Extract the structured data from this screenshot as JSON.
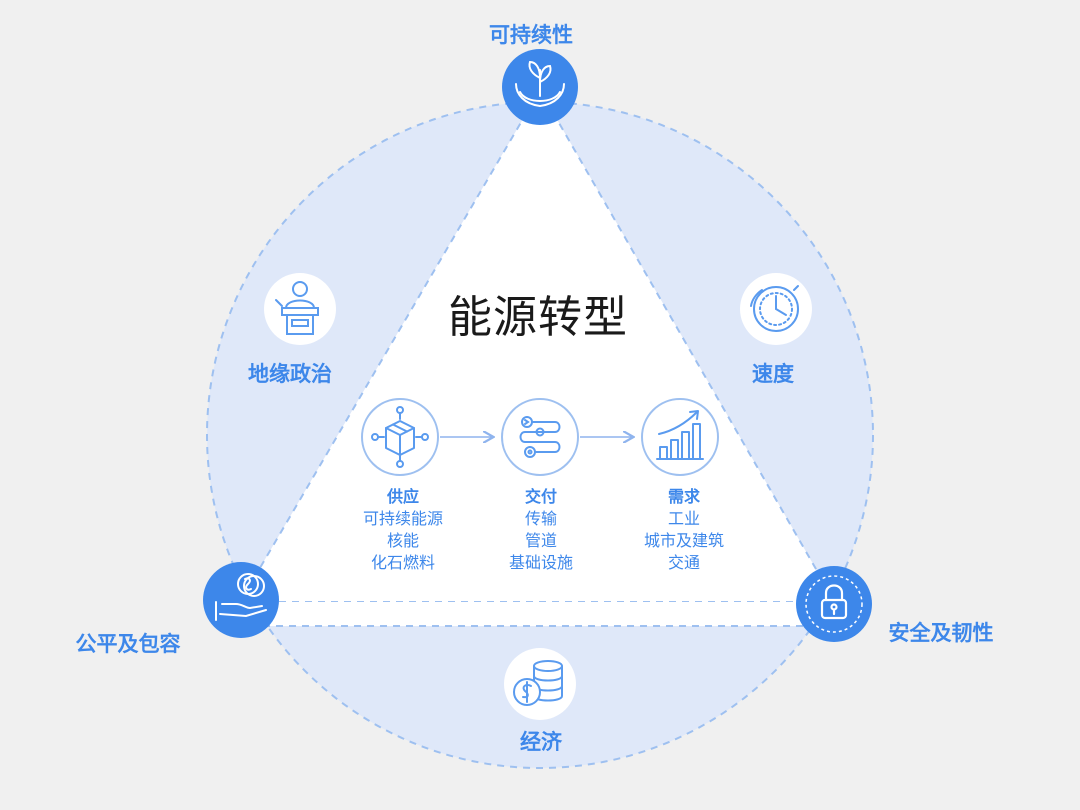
{
  "center_title": "能源转型",
  "dimensions": {
    "sustainability": "可持续性",
    "speed": "速度",
    "geopolitics": "地缘政治",
    "equity": "公平及包容",
    "security": "安全及韧性",
    "economy": "经济"
  },
  "stages": {
    "supply": {
      "title": "供应",
      "items": [
        "可持续能源",
        "核能",
        "化石燃料"
      ]
    },
    "delivery": {
      "title": "交付",
      "items": [
        "传输",
        "管道",
        "基础设施"
      ]
    },
    "demand": {
      "title": "需求",
      "items": [
        "工业",
        "城市及建筑",
        "交通"
      ]
    }
  },
  "colors": {
    "accent": "#3d87ea",
    "circle_fill": "#dfe8f9",
    "outline": "#9ec0f0",
    "background": "#f0f0f0"
  },
  "icons": {
    "sustainability": "hands-plant-icon",
    "speed": "stopwatch-icon",
    "geopolitics": "podium-speaker-icon",
    "equity": "hand-coin-icon",
    "security": "padlock-icon",
    "economy": "coin-stack-icon",
    "supply": "package-network-icon",
    "delivery": "flow-pipeline-icon",
    "demand": "bar-growth-icon"
  }
}
